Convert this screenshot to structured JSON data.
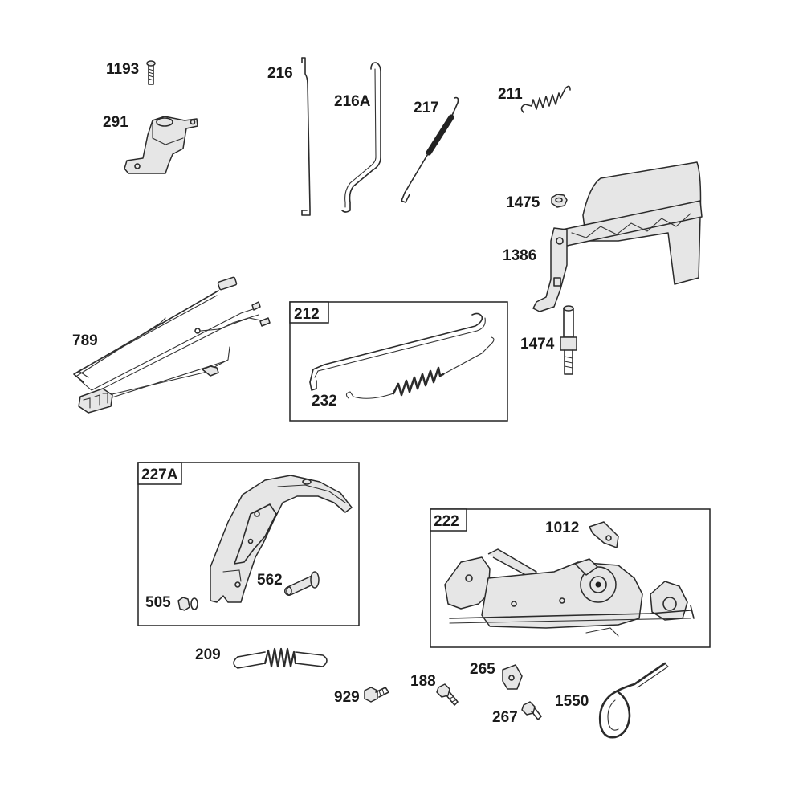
{
  "parts": {
    "p1193": "1193",
    "p291": "291",
    "p216": "216",
    "p216a": "216A",
    "p217": "217",
    "p211": "211",
    "p1475": "1475",
    "p1386": "1386",
    "p1474": "1474",
    "p789": "789",
    "p212": "212",
    "p232": "232",
    "p227a": "227A",
    "p505": "505",
    "p562": "562",
    "p222": "222",
    "p1012": "1012",
    "p209": "209",
    "p929": "929",
    "p188": "188",
    "p265": "265",
    "p267": "267",
    "p1550": "1550"
  }
}
